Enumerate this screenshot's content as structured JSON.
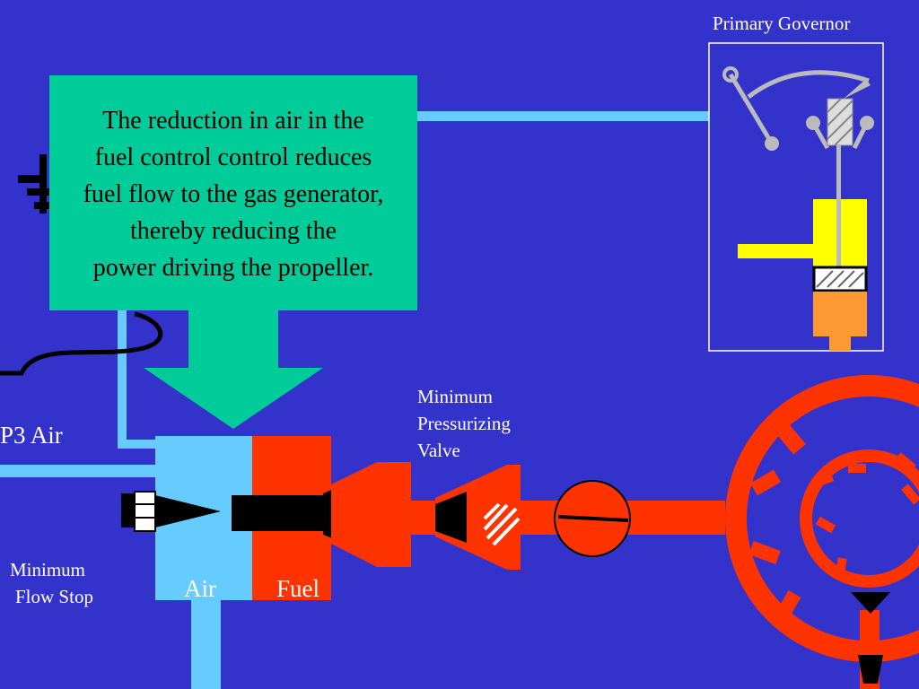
{
  "colors": {
    "background": "#3333cc",
    "air": "#66ccff",
    "fuel": "#ff3300",
    "callout": "#00cc99",
    "governor_yellow": "#ffff00",
    "governor_orange": "#ff9933"
  },
  "icons": [
    "ground-symbol",
    "flyweight-governor",
    "pump-gear",
    "valve-disc"
  ],
  "labels": {
    "primary_governor": "Primary Governor",
    "p3_air": "P3 Air",
    "min_pressurizing_valve": [
      "Minimum",
      "Pressurizing",
      "Valve"
    ],
    "min_flow_stop": [
      "Minimum",
      "Flow Stop"
    ],
    "air": "Air",
    "fuel": "Fuel"
  },
  "callout": {
    "lines": [
      "The reduction in air in the",
      "fuel control control reduces",
      "fuel flow to the gas generator,",
      "thereby reducing the",
      "power driving the propeller."
    ]
  }
}
